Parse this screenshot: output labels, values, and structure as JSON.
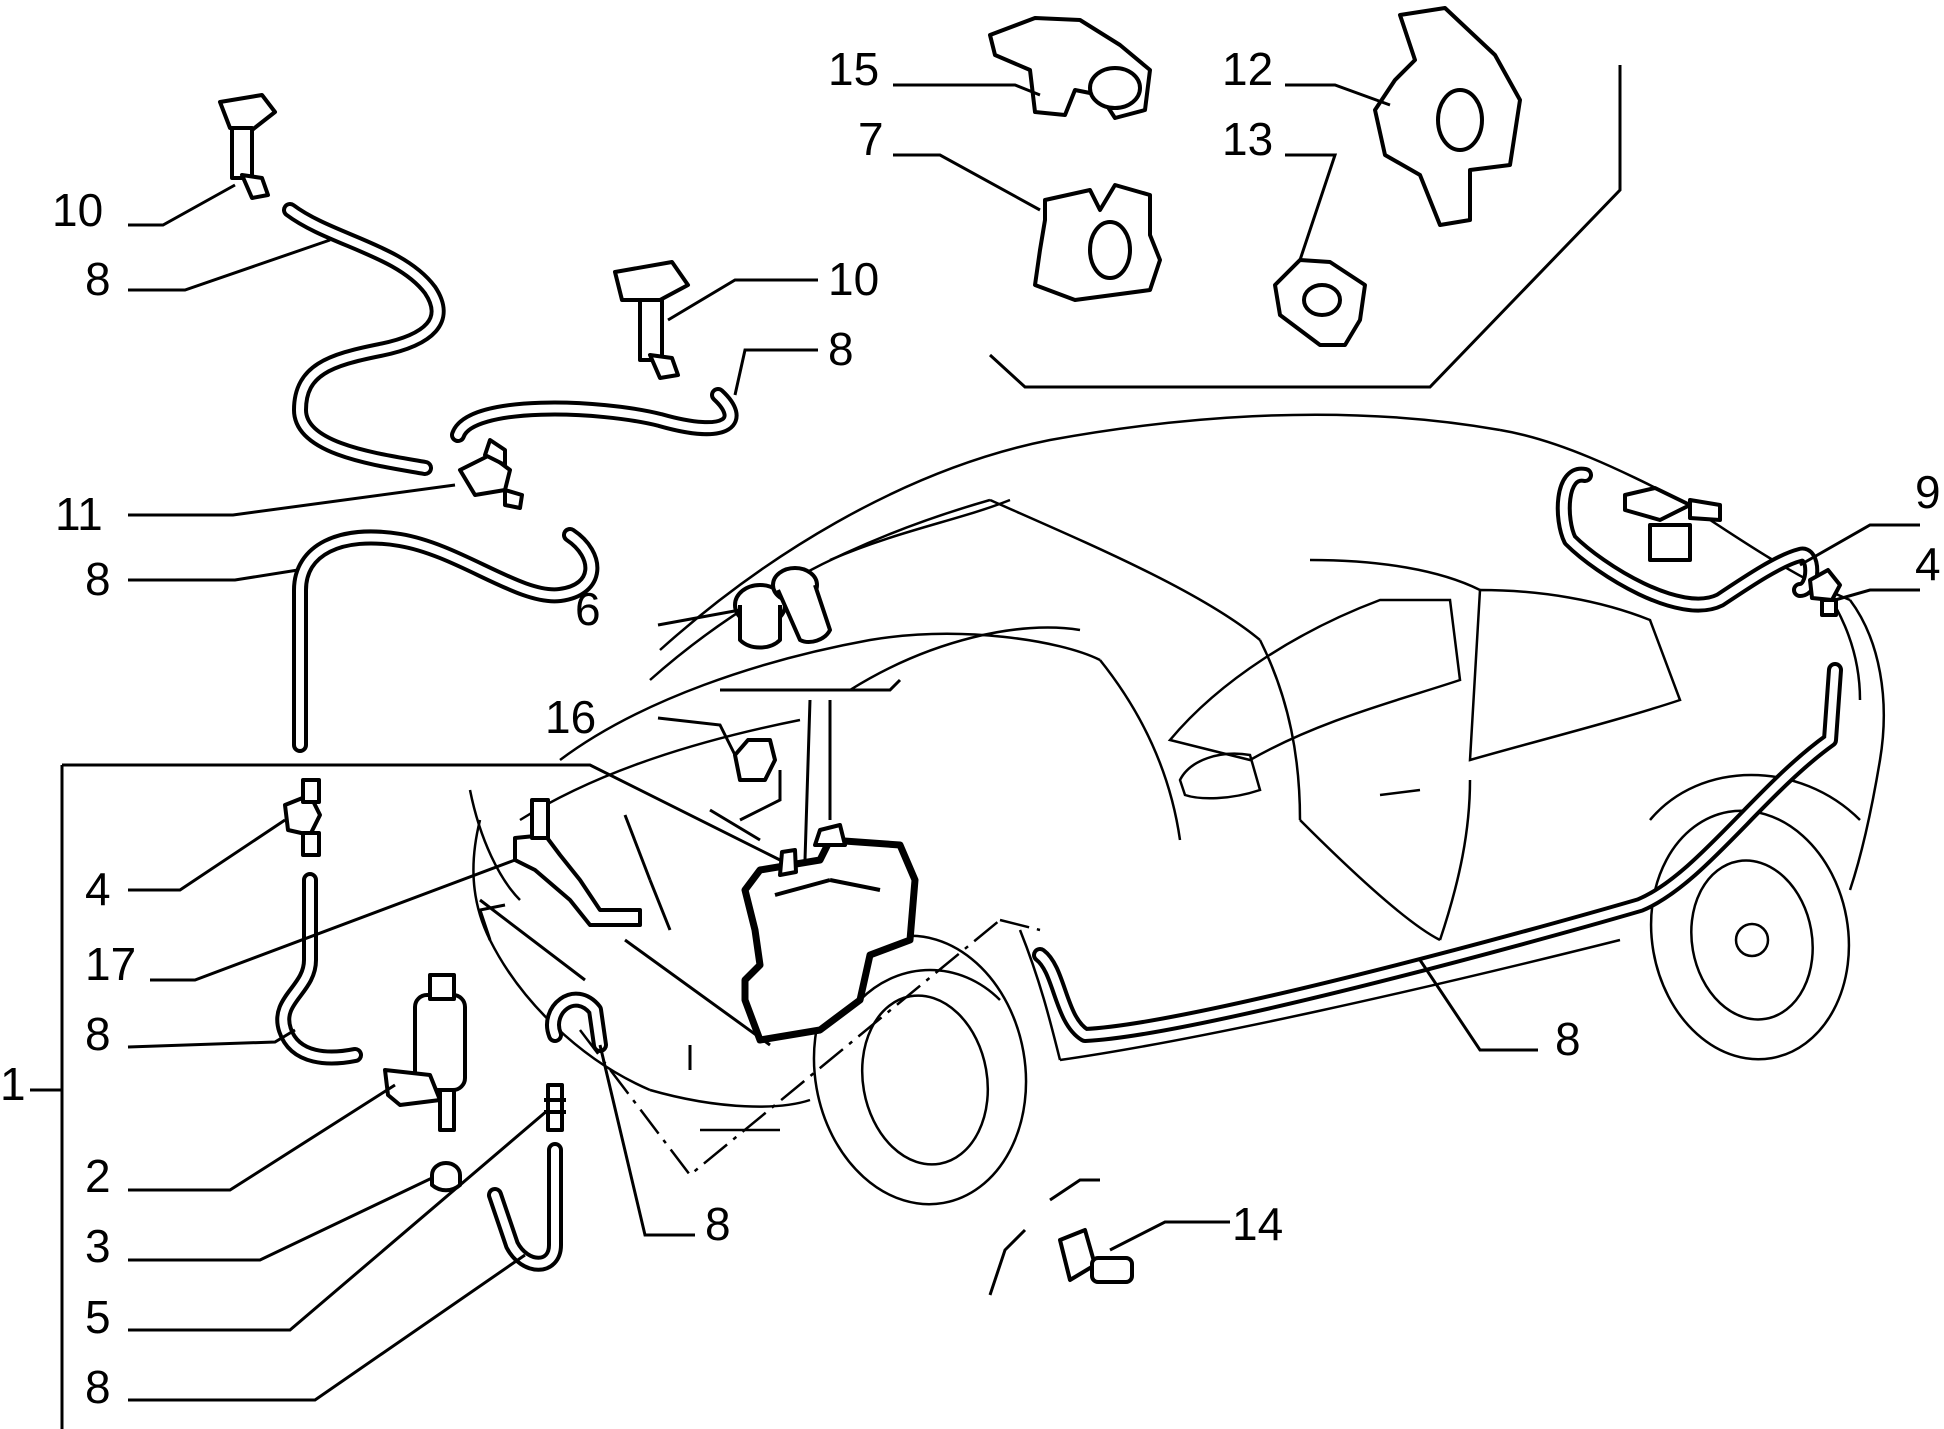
{
  "callouts": [
    {
      "id": "c10a",
      "text": "10"
    },
    {
      "id": "c8a",
      "text": "8"
    },
    {
      "id": "c10b",
      "text": "10"
    },
    {
      "id": "c8b",
      "text": "8"
    },
    {
      "id": "c11",
      "text": "11"
    },
    {
      "id": "c8c",
      "text": "8"
    },
    {
      "id": "c6",
      "text": "6"
    },
    {
      "id": "c16",
      "text": "16"
    },
    {
      "id": "c15",
      "text": "15"
    },
    {
      "id": "c7",
      "text": "7"
    },
    {
      "id": "c12",
      "text": "12"
    },
    {
      "id": "c13",
      "text": "13"
    },
    {
      "id": "c9",
      "text": "9"
    },
    {
      "id": "c4a",
      "text": "4"
    },
    {
      "id": "c4b",
      "text": "4"
    },
    {
      "id": "c17",
      "text": "17"
    },
    {
      "id": "c8d",
      "text": "8"
    },
    {
      "id": "c1",
      "text": "1"
    },
    {
      "id": "c2",
      "text": "2"
    },
    {
      "id": "c3",
      "text": "3"
    },
    {
      "id": "c5",
      "text": "5"
    },
    {
      "id": "c8e",
      "text": "8"
    },
    {
      "id": "c8f",
      "text": "8"
    },
    {
      "id": "c8g",
      "text": "8"
    },
    {
      "id": "c14",
      "text": "14"
    }
  ]
}
